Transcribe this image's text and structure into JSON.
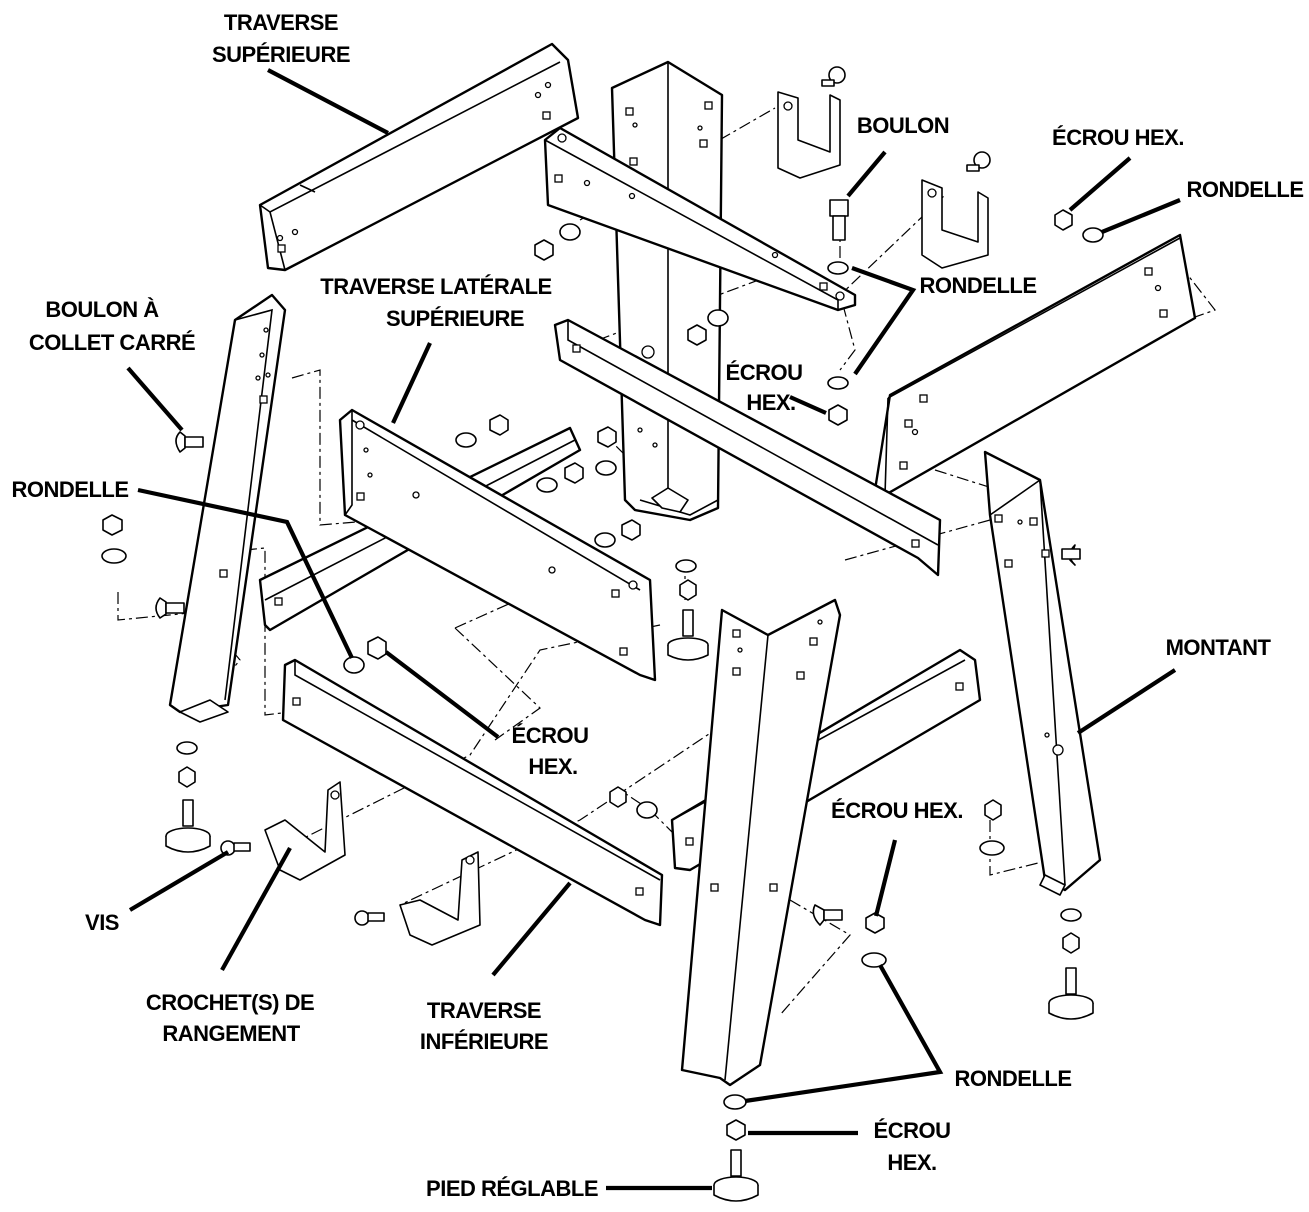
{
  "labels": {
    "traverse_superieure": [
      "TRAVERSE",
      "SUPÉRIEURE"
    ],
    "boulon_collet": [
      "BOULON À",
      "COLLET CARRÉ"
    ],
    "traverse_laterale": [
      "TRAVERSE LATÉRALE",
      "SUPÉRIEURE"
    ],
    "boulon": "BOULON",
    "ecrou_hex_top": "ÉCROU HEX.",
    "rondelle_top_right": "RONDELLE",
    "rondelle_mid": "RONDELLE",
    "ecrou_hex_mid": [
      "ÉCROU",
      "HEX."
    ],
    "rondelle_left": "RONDELLE",
    "ecrou_hex_center": [
      "ÉCROU",
      "HEX."
    ],
    "montant": "MONTANT",
    "ecrou_hex_right": "ÉCROU HEX.",
    "vis": "VIS",
    "crochet": [
      "CROCHET(S) DE",
      "RANGEMENT"
    ],
    "traverse_inferieure": [
      "TRAVERSE",
      "INFÉRIEURE"
    ],
    "rondelle_bottom": "RONDELLE",
    "ecrou_hex_bottom": [
      "ÉCROU",
      "HEX."
    ],
    "pied_reglable": "PIED RÉGLABLE"
  }
}
